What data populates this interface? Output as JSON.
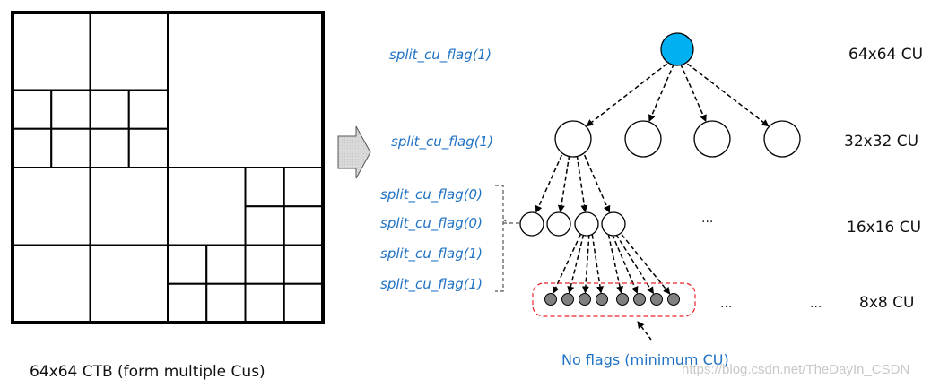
{
  "figure": {
    "ctb_caption": "64x64 CTB (form multiple Cus)",
    "flag_labels": {
      "level1": "split_cu_flag(1)",
      "level2": "split_cu_flag(1)",
      "level3": [
        "split_cu_flag(0)",
        "split_cu_flag(0)",
        "split_cu_flag(1)",
        "split_cu_flag(1)"
      ]
    },
    "cu_sizes": [
      "64x64 CU",
      "32x32 CU",
      "16x16 CU",
      "8x8 CU"
    ],
    "ellipsis": "...",
    "min_cu_note": "No flags (minimum CU)",
    "watermark": "https://blog.csdn.net/TheDayIn_CSDN",
    "colors": {
      "root_node": "#00B0F0",
      "leaf_node": "#808080",
      "label_blue": "#1F72C4",
      "highlight_box": "#E8242A",
      "arrow_fill": "#D9D9D9"
    },
    "quadtree": {
      "description": "64x64 CTB partition into CUs",
      "grid_units": 8,
      "blocks": [
        [
          0,
          0,
          2
        ],
        [
          2,
          0,
          2
        ],
        [
          4,
          0,
          4
        ],
        [
          0,
          2,
          1
        ],
        [
          1,
          2,
          1
        ],
        [
          2,
          2,
          1
        ],
        [
          3,
          2,
          1
        ],
        [
          0,
          3,
          1
        ],
        [
          1,
          3,
          1
        ],
        [
          2,
          3,
          1
        ],
        [
          3,
          3,
          1
        ],
        [
          0,
          4,
          2
        ],
        [
          2,
          4,
          2
        ],
        [
          4,
          4,
          2
        ],
        [
          6,
          4,
          1
        ],
        [
          7,
          4,
          1
        ],
        [
          6,
          5,
          1
        ],
        [
          7,
          5,
          1
        ],
        [
          0,
          6,
          2
        ],
        [
          2,
          6,
          2
        ],
        [
          4,
          6,
          1
        ],
        [
          5,
          6,
          1
        ],
        [
          6,
          6,
          1
        ],
        [
          7,
          6,
          1
        ],
        [
          4,
          7,
          1
        ],
        [
          5,
          7,
          1
        ],
        [
          6,
          7,
          1
        ],
        [
          7,
          7,
          1
        ]
      ]
    },
    "tree": {
      "level1_count": 1,
      "level2_count": 4,
      "level3_count": 4,
      "level4_count": 8
    }
  }
}
